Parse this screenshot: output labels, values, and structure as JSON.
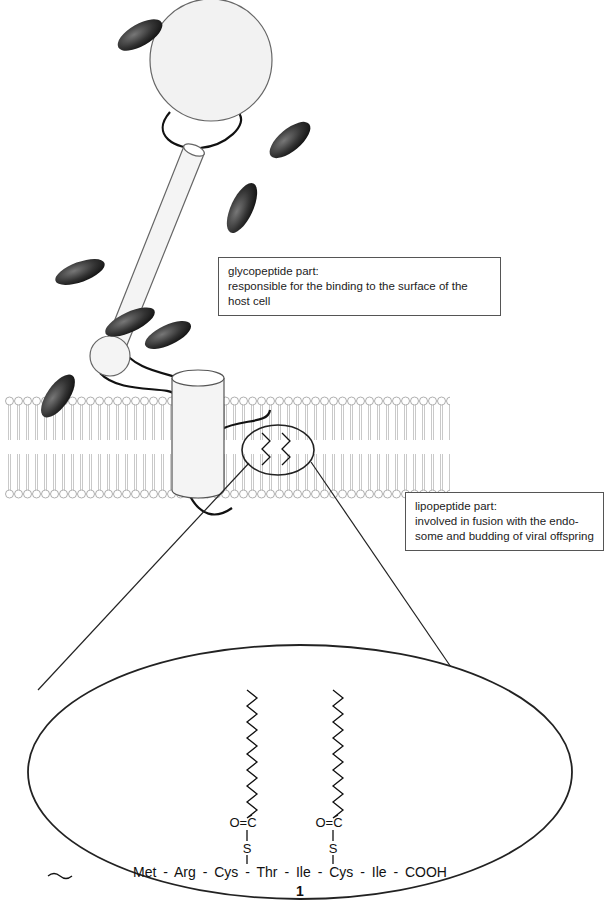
{
  "diagram": {
    "nodes": [
      {
        "text": [
          "glycopeptide part:",
          "responsible for the binding to the surface of the host cell"
        ]
      },
      {
        "text": [
          "lipopeptide part:",
          "involved in fusion with the endo- some and budding of viral offspring"
        ]
      }
    ],
    "edges": [],
    "labels": [
      "O=C",
      "S",
      "O=C",
      "S",
      "Met - Arg - Cys - Thr - Ile - Cys - Ile - COOH",
      "1"
    ]
  }
}
